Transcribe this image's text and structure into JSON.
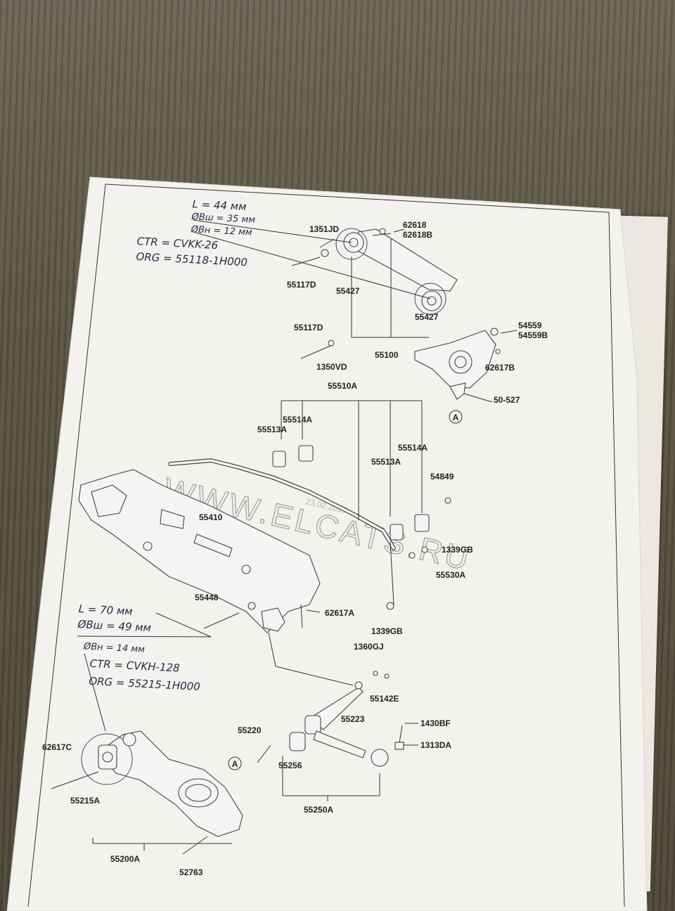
{
  "parts": [
    {
      "id": "p13510",
      "text": "1351JD"
    },
    {
      "id": "p62618",
      "text": "62618"
    },
    {
      "id": "p62618B",
      "text": "62618B"
    },
    {
      "id": "p55117D_a",
      "text": "55117D"
    },
    {
      "id": "p55427_a",
      "text": "55427"
    },
    {
      "id": "p55427_b",
      "text": "55427"
    },
    {
      "id": "p55117D_b",
      "text": "55117D"
    },
    {
      "id": "p1350VD",
      "text": "1350VD"
    },
    {
      "id": "p55100",
      "text": "55100"
    },
    {
      "id": "p54559",
      "text": "54559"
    },
    {
      "id": "p54559B",
      "text": "54559B"
    },
    {
      "id": "p62617B",
      "text": "62617B"
    },
    {
      "id": "p50527",
      "text": "50-527"
    },
    {
      "id": "p55510A",
      "text": "55510A"
    },
    {
      "id": "p55514A_a",
      "text": "55514A"
    },
    {
      "id": "p55513A_a",
      "text": "55513A"
    },
    {
      "id": "p55514A_b",
      "text": "55514A"
    },
    {
      "id": "p55513A_b",
      "text": "55513A"
    },
    {
      "id": "p54849",
      "text": "54849"
    },
    {
      "id": "p55410",
      "text": "55410"
    },
    {
      "id": "p1339GB_a",
      "text": "1339GB"
    },
    {
      "id": "p55530A",
      "text": "55530A"
    },
    {
      "id": "p55448",
      "text": "55448"
    },
    {
      "id": "p62617A",
      "text": "62617A"
    },
    {
      "id": "p1339GB_b",
      "text": "1339GB"
    },
    {
      "id": "p1360GJ",
      "text": "1360GJ"
    },
    {
      "id": "p55142E",
      "text": "55142E"
    },
    {
      "id": "p55223",
      "text": "55223"
    },
    {
      "id": "p1430BF",
      "text": "1430BF"
    },
    {
      "id": "p1313DA",
      "text": "1313DA"
    },
    {
      "id": "p55220",
      "text": "55220"
    },
    {
      "id": "p55256",
      "text": "55256"
    },
    {
      "id": "p62617C",
      "text": "62617C"
    },
    {
      "id": "p55215A",
      "text": "55215A"
    },
    {
      "id": "p55250A",
      "text": "55250A"
    },
    {
      "id": "p55200A",
      "text": "55200A"
    },
    {
      "id": "p52763",
      "text": "52763"
    }
  ],
  "markers": {
    "a1": "A",
    "a2": "A"
  },
  "watermark": {
    "site": "WWW.ELCATS.RU",
    "date": "23.02.2017"
  },
  "notes_top": {
    "line1": "L = 44 мм",
    "line2": "ØВш = 35 мм",
    "line3": "ØВн = 12 мм",
    "line4": "CTR = CVKK-26",
    "line5": "ORG = 55118-1H000"
  },
  "notes_bottom": {
    "line1": "L = 70 мм",
    "line2": "ØВш = 49 мм",
    "line3": "ØВн = 14 мм",
    "line4": "CTR = CVKH-128",
    "line5": "ORG = 55215-1H000"
  }
}
